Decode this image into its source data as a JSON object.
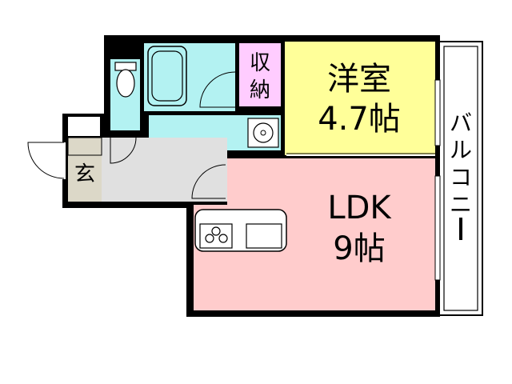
{
  "rooms": {
    "western_room": {
      "name": "洋室",
      "size": "4.7帖"
    },
    "ldk": {
      "name": "LDK",
      "size": "9帖"
    },
    "storage": {
      "line1": "収",
      "line2": "納"
    },
    "entrance": {
      "name": "玄"
    },
    "balcony": {
      "chars": [
        "バ",
        "ル",
        "コ",
        "ニ",
        "ー"
      ]
    }
  },
  "colors": {
    "western_room": "#FFFF99",
    "ldk": "#FFCCCC",
    "storage": "#FFCCFF",
    "wet_area": "#B3F2F2",
    "hallway": "#E0E0E0",
    "entrance": "#DCD8C8",
    "balcony": "#FFFFFF",
    "wall": "#000000"
  }
}
